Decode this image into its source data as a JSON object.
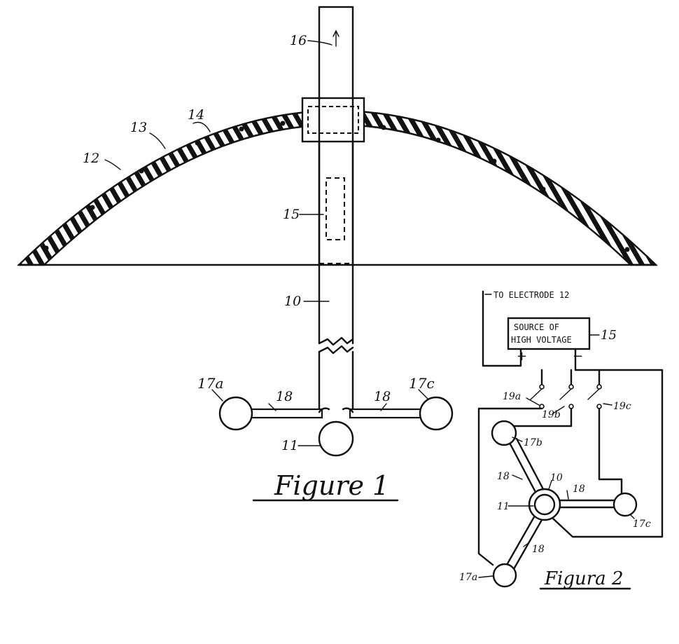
{
  "figure1": {
    "caption": "Figure 1",
    "labels": {
      "mast": "16",
      "dome": "12",
      "layer": "13",
      "conductors": "14",
      "source": "15",
      "shaft": "10",
      "sphere_left": "17a",
      "sphere_right": "17c",
      "center_sphere": "11",
      "arm_left": "18",
      "arm_right": "18"
    }
  },
  "figure2": {
    "caption": "Figura 2",
    "electrode_note": "TO ELECTRODE 12",
    "source_box": {
      "line1": "SOURCE OF",
      "line2": "HIGH VOLTAGE",
      "ref": "15"
    },
    "plus": "+",
    "minus": "−",
    "switches": {
      "a": "19a",
      "b": "19b",
      "c": "19c"
    },
    "labels": {
      "sphere_b": "17b",
      "sphere_a": "17a",
      "sphere_c": "17c",
      "arm_b": "18",
      "arm_c": "18",
      "arm_a": "18",
      "hub": "10",
      "center": "11"
    }
  }
}
